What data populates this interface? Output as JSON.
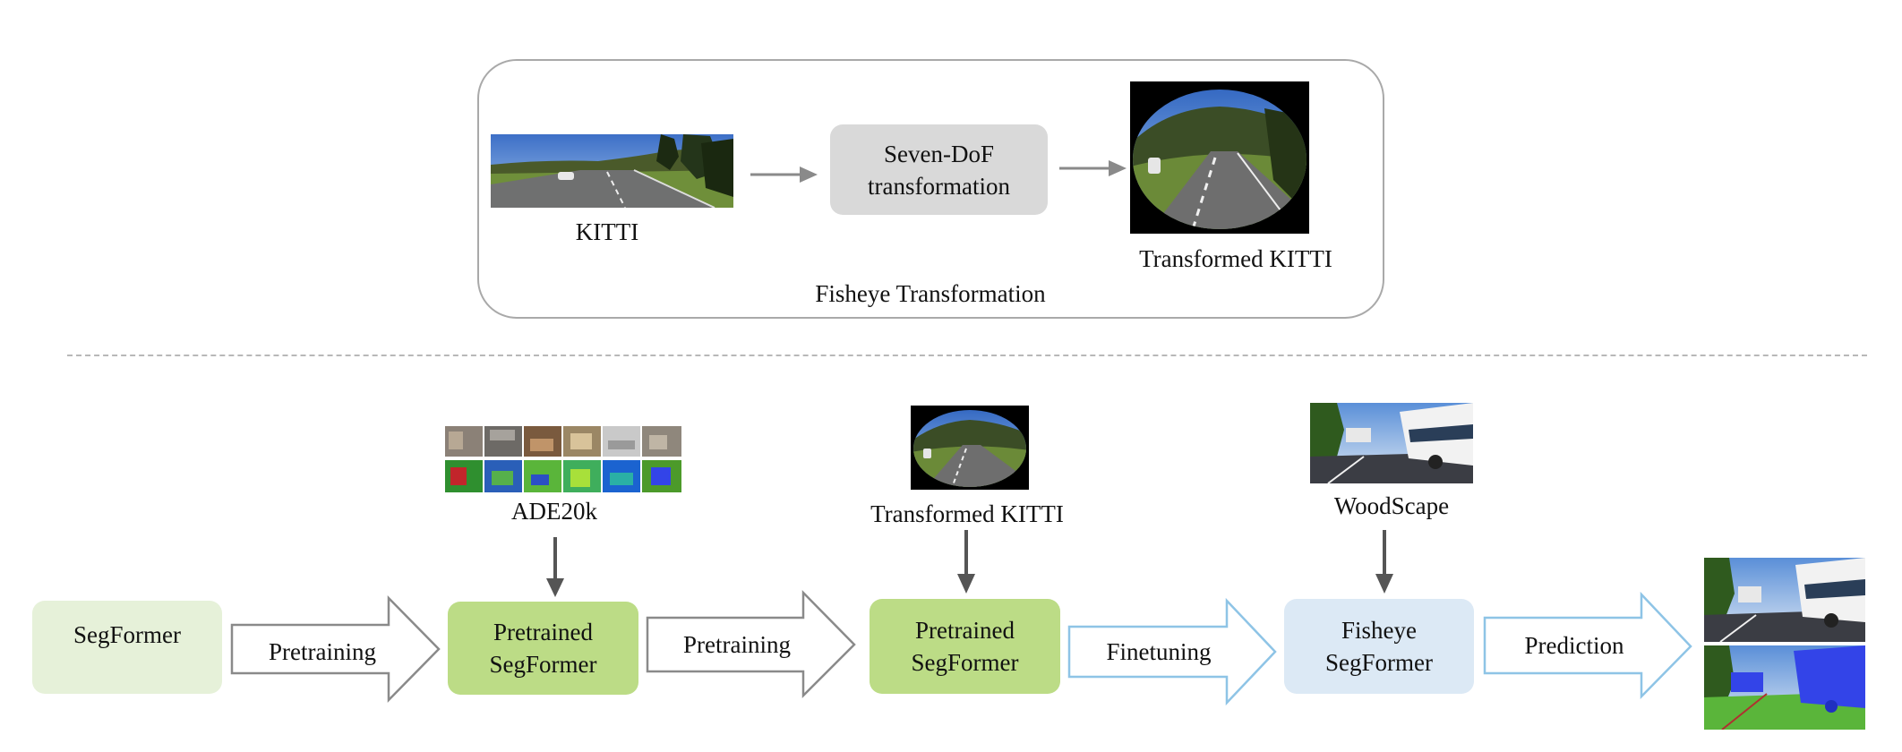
{
  "top_panel": {
    "title": "Fisheye Transformation",
    "source_label": "KITTI",
    "transform_box": [
      "Seven-DoF",
      "transformation"
    ],
    "output_label": "Transformed KITTI"
  },
  "pipeline": {
    "segformer": "SegFormer",
    "arrow1": "Pretraining",
    "dataset1": "ADE20k",
    "pretrained1": [
      "Pretrained",
      "SegFormer"
    ],
    "arrow2": "Pretraining",
    "dataset2": "Transformed KITTI",
    "pretrained2": [
      "Pretrained",
      "SegFormer"
    ],
    "arrow3": "Finetuning",
    "dataset3": "WoodScape",
    "fisheye": [
      "Fisheye",
      "SegFormer"
    ],
    "arrow4": "Prediction"
  },
  "colors": {
    "light_green": "#e6f1d9",
    "mid_green": "#bcdc86",
    "light_blue": "#dce9f5",
    "gray_box": "#d9d9d9",
    "outline_gray": "#8a8a8a",
    "outline_blue": "#8ec4e6",
    "mask_blue": "#3344e8",
    "mask_green": "#5ab53a"
  }
}
